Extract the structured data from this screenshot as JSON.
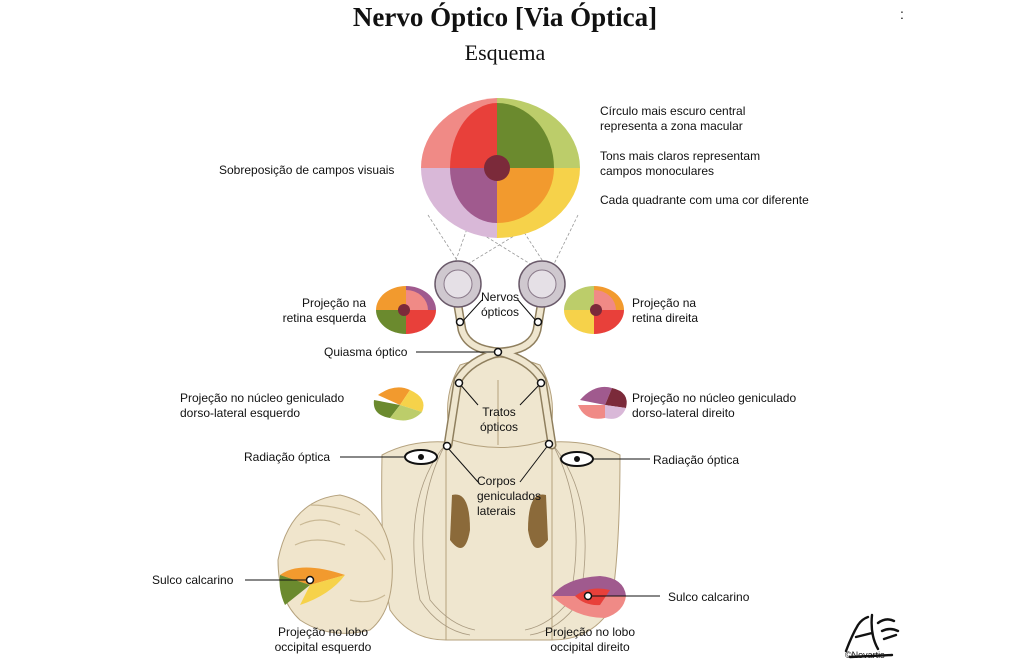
{
  "title": "Nervo Óptico [Via Óptica]",
  "subtitle": "Esquema",
  "corner_mark": ":",
  "notes": [
    "Círculo mais escuro central\nrepresenta a zona macular",
    "Tons mais claros representam\ncampos monoculares",
    "Cada quadrante com uma cor diferente"
  ],
  "labels": {
    "overlap": "Sobreposição de campos visuais",
    "retina_left": "Projeção na\nretina esquerda",
    "retina_right": "Projeção na\nretina direita",
    "optic_nerves": "Nervos\nópticos",
    "chiasm": "Quiasma óptico",
    "lgn_left": "Projeção no núcleo geniculado\ndorso-lateral esquerdo",
    "lgn_right": "Projeção no núcleo geniculado\ndorso-lateral direito",
    "tracts": "Tratos\nópticos",
    "radiation_left": "Radiação óptica",
    "radiation_right": "Radiação óptica",
    "lateral_bodies": "Corpos\ngeniculados\nlaterais",
    "calcarine_left": "Sulco calcarino",
    "calcarine_right": "Sulco calcarino",
    "occipital_left": "Projeção no lobo\noccipital esquerdo",
    "occipital_right": "Projeção no lobo\noccipital direito"
  },
  "signature": "©Novartis",
  "colors": {
    "red": "#e8403a",
    "green": "#6b8a2e",
    "orange": "#f29a2e",
    "purple": "#a05a8e",
    "pink": "#f08a86",
    "lightgreen": "#bccd6a",
    "yellow": "#f6d24a",
    "lilac": "#d9b8d8",
    "macula": "#7b2a3a",
    "brain": "#efe6cf",
    "brain_edge": "#b5a27e"
  }
}
